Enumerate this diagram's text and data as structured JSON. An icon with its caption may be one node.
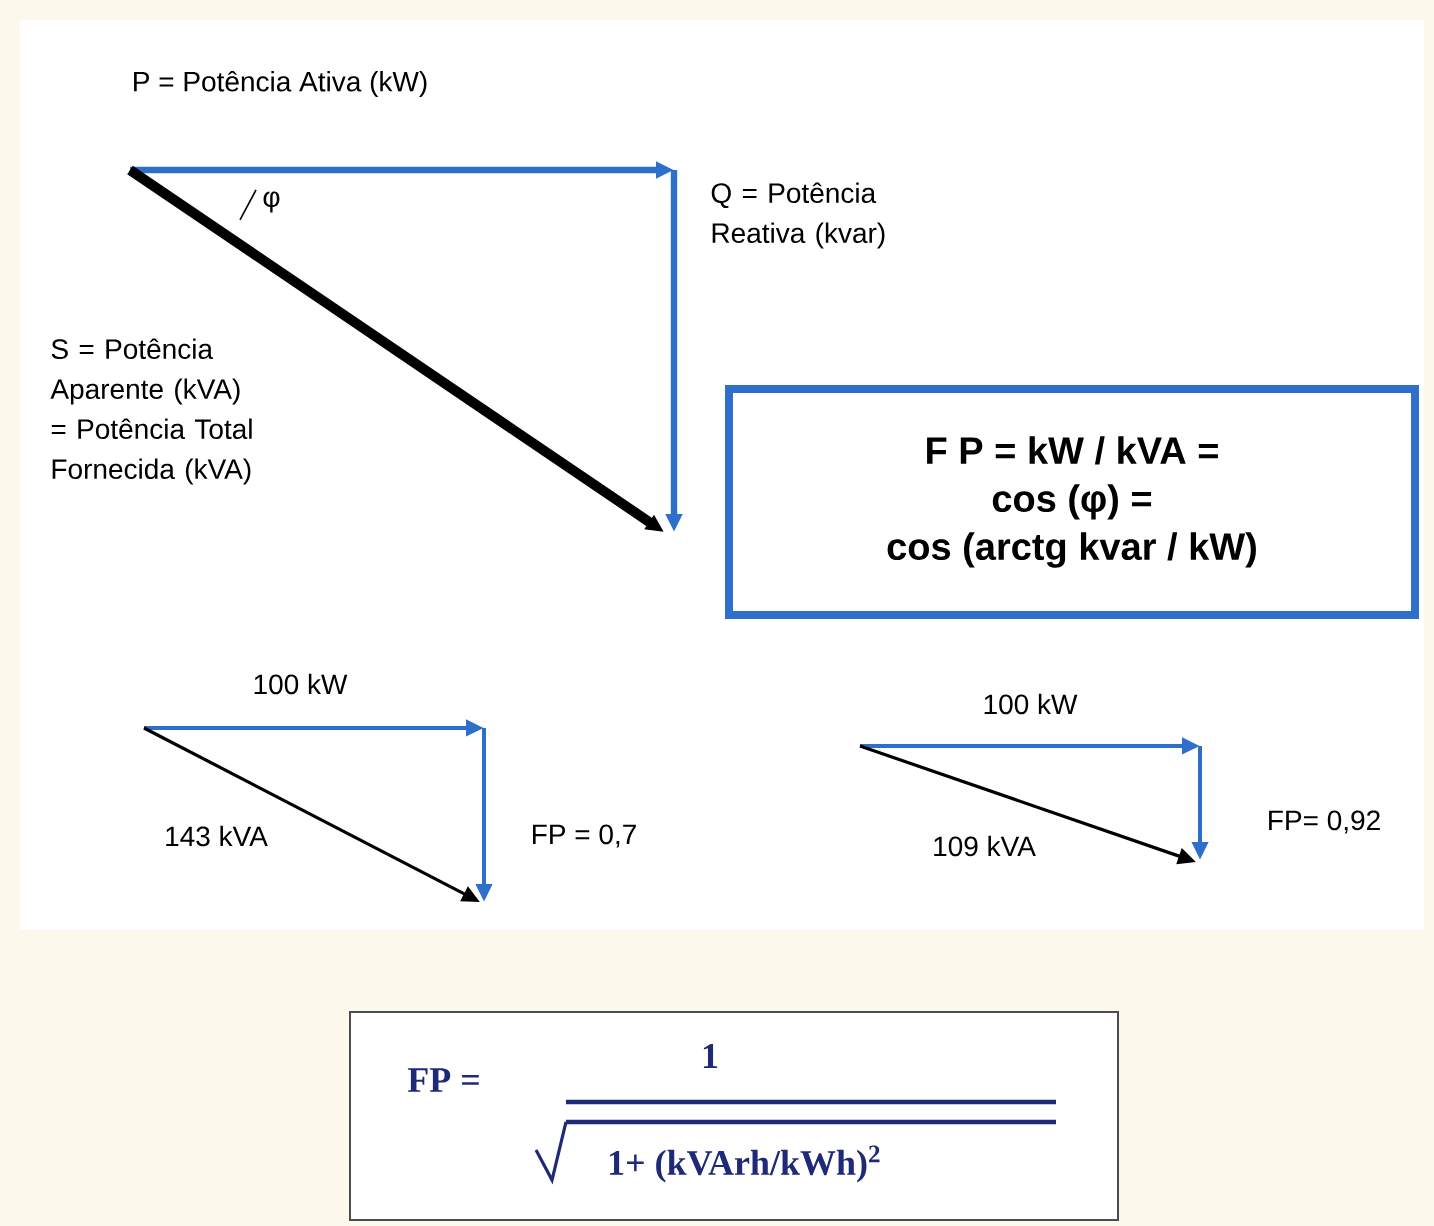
{
  "diagram": {
    "nodes": [
      {
        "text": [
          "F P = kW / kVA =",
          "cos (φ) =",
          "cos (arctg kvar / kW)"
        ]
      },
      {
        "text": [
          "FP =",
          "1",
          "1+ (kVArh/kWh)$^{2}$"
        ]
      }
    ],
    "labels": [
      "P = Potência Ativa (kW)",
      "φ",
      "Q = Potência Reativa (kvar)",
      "S = Potência Aparente (kVA) = Potência Total Fornecida (kVA)",
      "100 kW",
      "143 kVA",
      "FP = 0,7",
      "100 kW",
      "109 kVA",
      "FP= 0,92"
    ]
  }
}
